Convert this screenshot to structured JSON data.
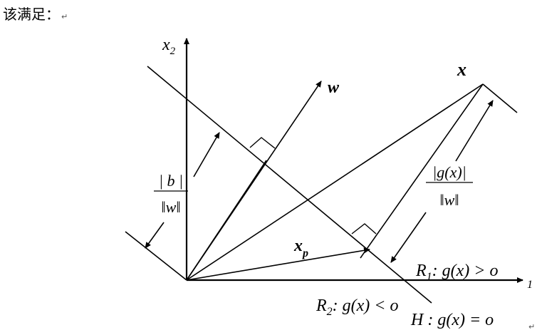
{
  "header": {
    "text": "该满足：",
    "return_mark": "↵"
  },
  "corner_mark": "↵",
  "diagram": {
    "axis_label_x2": "x",
    "axis_label_x2_sub": "2",
    "vector_w": "w",
    "vector_x": "x",
    "vector_xp": "x",
    "vector_xp_sub": "p",
    "b_numerator": "| b |",
    "b_denominator": "‖w‖",
    "g_numerator": "|g(x)|",
    "g_denominator": "‖w‖",
    "region_r1": "R",
    "region_r1_sub": "1",
    "region_r1_cond": ": g(x) > o",
    "region_r2": "R",
    "region_r2_sub": "2",
    "region_r2_cond": ": g(x) < o",
    "hyperplane_h": "H : g(x) = o",
    "x1_tick": "1"
  }
}
